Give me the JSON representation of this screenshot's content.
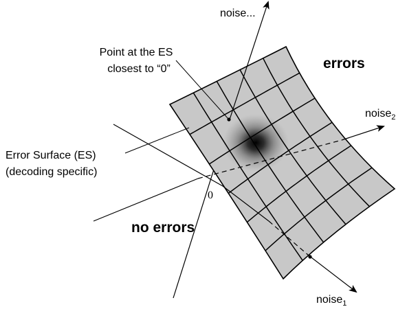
{
  "labels": {
    "noise_dots": "noise...",
    "noise2": "noise",
    "noise2_sub": "2",
    "noise1": "noise",
    "noise1_sub": "1",
    "origin": "0",
    "errors": "errors",
    "no_errors": "no errors",
    "closest_line1": "Point at the ES",
    "closest_line2": "closest to “0”",
    "es_line1": "Error Surface (ES)",
    "es_line2": "(decoding specific)"
  },
  "colors": {
    "surface_fill": "#c8c8c8",
    "ink": "#000000",
    "blob": "#000000"
  }
}
